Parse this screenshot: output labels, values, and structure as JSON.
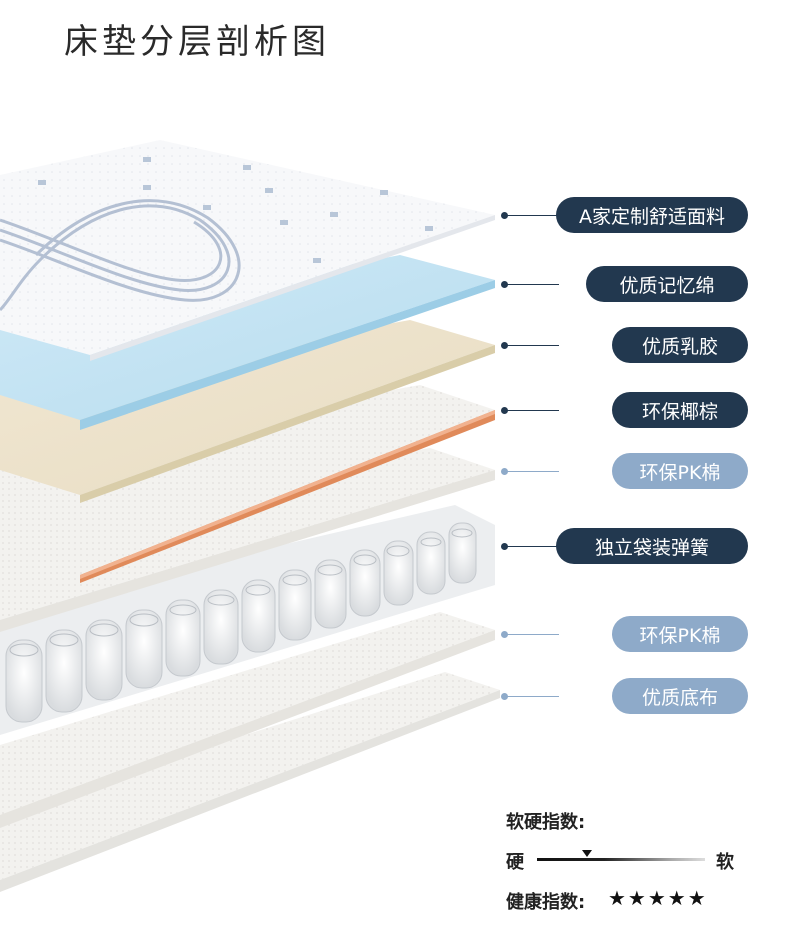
{
  "title": "床垫分层剖析图",
  "layers": [
    {
      "label": "A家定制舒适面料",
      "style": "dark"
    },
    {
      "label": "优质记忆绵",
      "style": "dark"
    },
    {
      "label": "优质乳胶",
      "style": "dark"
    },
    {
      "label": "环保椰棕",
      "style": "dark"
    },
    {
      "label": "环保PK棉",
      "style": "light"
    },
    {
      "label": "独立袋装弹簧",
      "style": "dark"
    },
    {
      "label": "环保PK棉",
      "style": "light"
    },
    {
      "label": "优质底布",
      "style": "light"
    }
  ],
  "firmness": {
    "title": "软硬指数:",
    "hard_label": "硬",
    "soft_label": "软",
    "level": 0.3
  },
  "health": {
    "title": "健康指数:",
    "stars": "★★★★★",
    "rating": 5,
    "max": 5
  },
  "colors": {
    "label_dark": "#22384f",
    "label_light": "#8eaac9"
  }
}
